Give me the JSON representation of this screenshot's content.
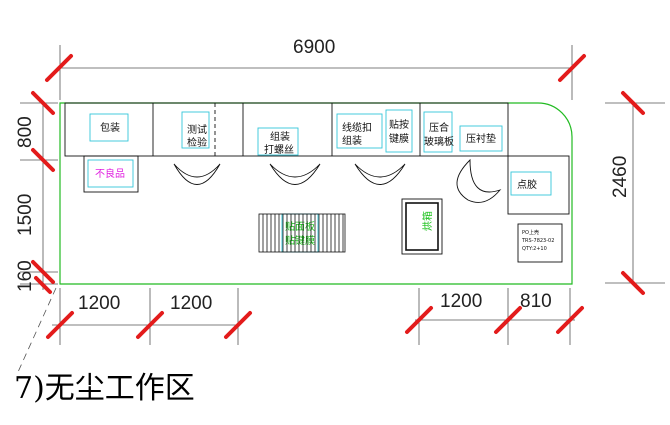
{
  "caption": "7)无尘工作区",
  "dimensions": {
    "top_total": "6900",
    "right_height": "2460",
    "left_row1": "800",
    "left_row2": "1500",
    "left_row3": "160",
    "bottom_1": "1200",
    "bottom_2": "1200",
    "bottom_3": "1200",
    "bottom_4": "810"
  },
  "stations": {
    "packaging": "包装",
    "test_line1": "测试",
    "test_line2": "检验",
    "assemble_line1": "组装",
    "assemble_line2": "打螺丝",
    "cable_line1": "线缆扣",
    "cable_line2": "组装",
    "keypad_line1": "贴按",
    "keypad_line2": "键膜",
    "press_glass_line1": "压合",
    "press_glass_line2": "玻璃板",
    "press_pad": "压衬垫",
    "defective": "不良品",
    "dispense": "点胶",
    "mid_line1": "贴面板",
    "mid_line2": "贴键膜",
    "drying": "烘箱"
  },
  "spec": {
    "line1": "PO上壳",
    "line2": "TRS-7823-02",
    "line3": "QTY:2+10"
  },
  "colors": {
    "outline": "#111111",
    "green_wall": "#22bb22",
    "cyan_box": "#33c6d9",
    "magenta_text": "#e020e0",
    "green_text": "#18c018",
    "dim_mark": "#e31b1b"
  }
}
